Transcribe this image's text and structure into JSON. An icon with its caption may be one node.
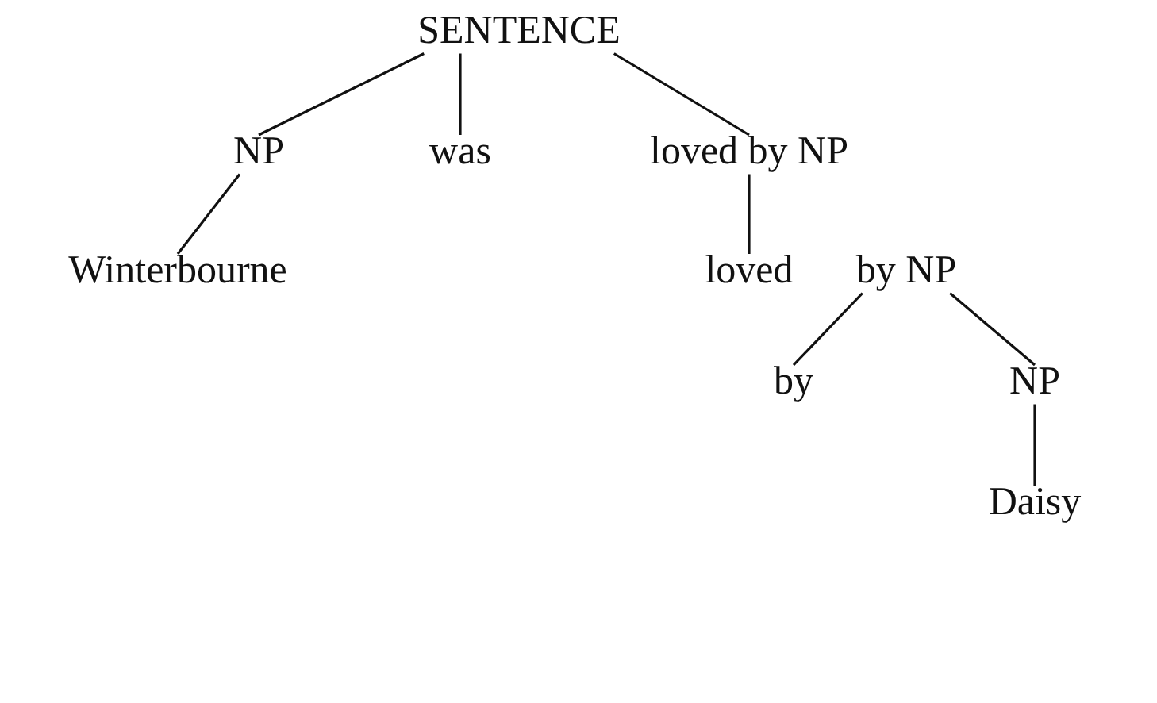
{
  "diagram": {
    "nodes": [
      {
        "text": [
          "SENTENCE"
        ]
      },
      {
        "text": [
          "NP"
        ]
      },
      {
        "text": [
          "was"
        ]
      },
      {
        "text": [
          "loved by NP"
        ]
      },
      {
        "text": [
          "Winterbourne"
        ]
      },
      {
        "text": [
          "loved"
        ]
      },
      {
        "text": [
          "by NP"
        ]
      },
      {
        "text": [
          "by"
        ]
      },
      {
        "text": [
          "NP"
        ]
      },
      {
        "text": [
          "Daisy"
        ]
      }
    ],
    "edges": [
      {
        "from": 0,
        "to": 1,
        "arrow": "none"
      },
      {
        "from": 0,
        "to": 2,
        "arrow": "none"
      },
      {
        "from": 0,
        "to": 3,
        "arrow": "none"
      },
      {
        "from": 1,
        "to": 4,
        "arrow": "none"
      },
      {
        "from": 3,
        "to": 5,
        "arrow": "none"
      },
      {
        "from": 6,
        "to": 7,
        "arrow": "none"
      },
      {
        "from": 6,
        "to": 8,
        "arrow": "none"
      },
      {
        "from": 8,
        "to": 9,
        "arrow": "none"
      }
    ]
  }
}
